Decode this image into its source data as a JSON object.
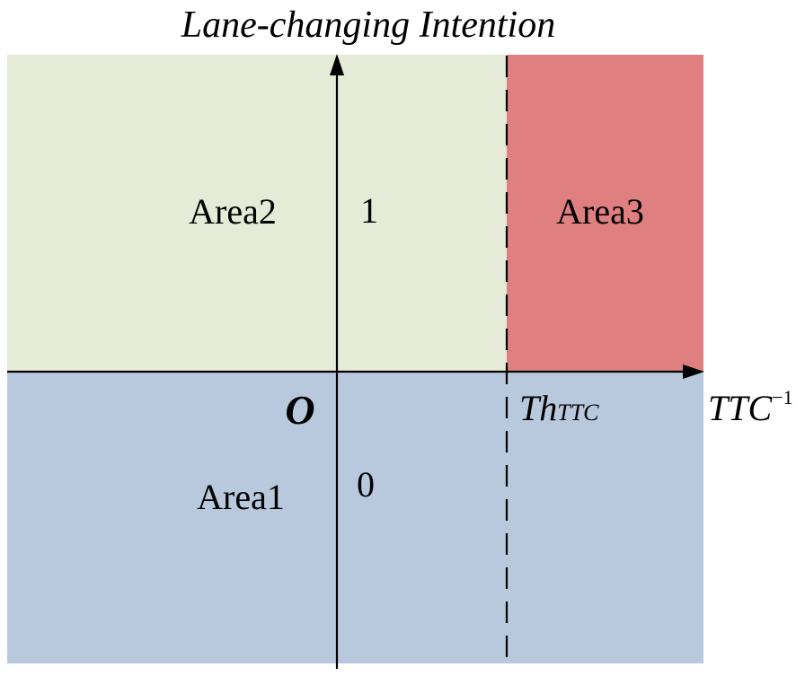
{
  "title": "Lane-changing Intention",
  "x_axis_label": "TTC",
  "x_axis_label_sup": "−1",
  "origin_label": "O",
  "threshold_label_main": "Th",
  "threshold_label_sub": "TTC",
  "level_high": "1",
  "level_low": "0",
  "regions": [
    {
      "label": "Area2",
      "fill": "#e5ebd6"
    },
    {
      "label": "Area3",
      "fill": "#e07f80"
    },
    {
      "label": "Area1",
      "fill": "#b8c9de"
    }
  ],
  "colors": {
    "axis": "#000000",
    "text": "#000000",
    "background": "#ffffff"
  }
}
